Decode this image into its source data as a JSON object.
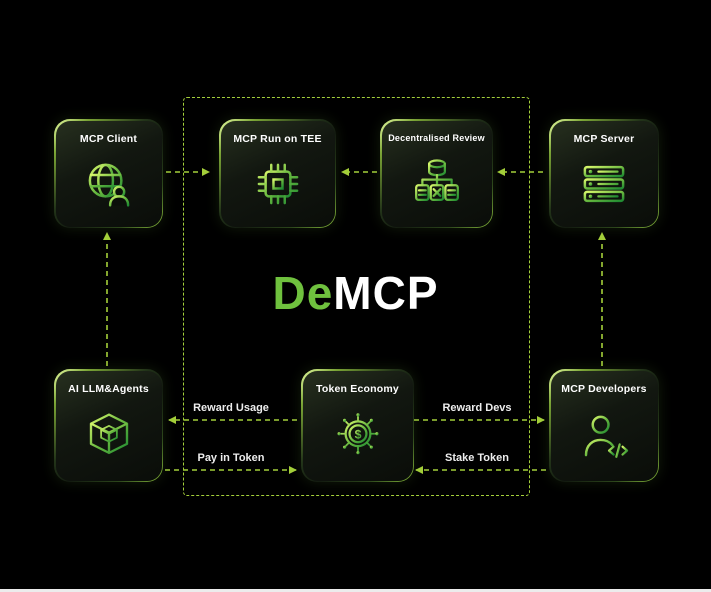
{
  "logo": {
    "prefix": "De",
    "suffix": "MCP"
  },
  "colors": {
    "background": "#000000",
    "accent_lime": "#a4cf3a",
    "logo_green": "#6fc13e",
    "icon_gradient_light": "#d7f76b",
    "icon_gradient_dark": "#1f8a32",
    "box_background": "#11160f",
    "text": "#ffffff"
  },
  "nodes": [
    {
      "id": "mcp-client",
      "label": "MCP Client",
      "icon": "globe-user-icon"
    },
    {
      "id": "mcp-run-on-tee",
      "label": "MCP Run on TEE",
      "icon": "cpu-chip-icon"
    },
    {
      "id": "decentralised-review",
      "label": "Decentralised Review",
      "icon": "database-network-icon"
    },
    {
      "id": "mcp-server",
      "label": "MCP Server",
      "icon": "server-rack-icon"
    },
    {
      "id": "ai-llm-agents",
      "label": "AI LLM&Agents",
      "icon": "cube-icon"
    },
    {
      "id": "token-economy",
      "label": "Token Economy",
      "icon": "coin-dollar-icon"
    },
    {
      "id": "mcp-developers",
      "label": "MCP Developers",
      "icon": "developer-code-icon"
    }
  ],
  "edge_labels": [
    {
      "id": "reward-usage",
      "text": "Reward Usage"
    },
    {
      "id": "pay-in-token",
      "text": "Pay in Token"
    },
    {
      "id": "reward-devs",
      "text": "Reward Devs"
    },
    {
      "id": "stake-token",
      "text": "Stake Token"
    }
  ]
}
